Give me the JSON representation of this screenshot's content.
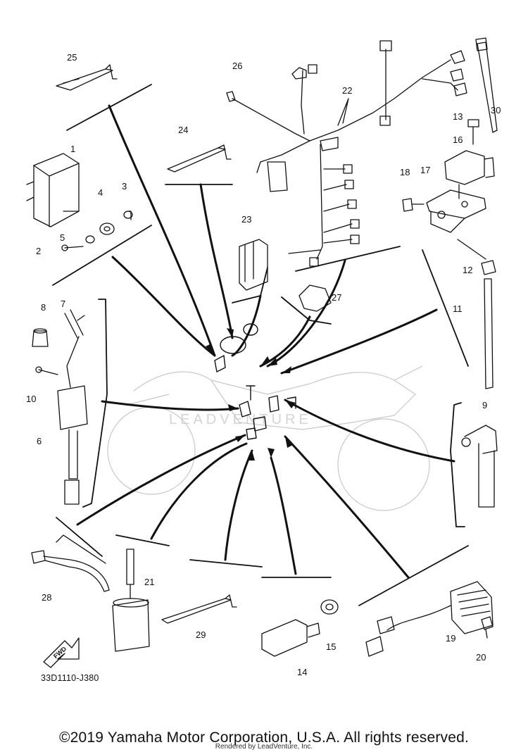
{
  "callouts": {
    "p1": "1",
    "p2": "2",
    "p3": "3",
    "p4": "4",
    "p5": "5",
    "p6": "6",
    "p7": "7",
    "p8": "8",
    "p9": "9",
    "p10": "10",
    "p11": "11",
    "p12": "12",
    "p13": "13",
    "p14": "14",
    "p15": "15",
    "p16": "16",
    "p17": "17",
    "p18": "18",
    "p19": "19",
    "p20": "20",
    "p21": "21",
    "p22": "22",
    "p23": "23",
    "p24": "24",
    "p25": "25",
    "p26": "26",
    "p27": "27",
    "p28": "28",
    "p29": "29",
    "p30": "30"
  },
  "part_code": "33D1110-J380",
  "fwd_label": "FWD",
  "watermark": "LEADVENTURE",
  "copyright": "©2019 Yamaha Motor Corporation, U.S.A. All rights reserved.",
  "rendered_by": "Rendered by LeadVenture, Inc."
}
